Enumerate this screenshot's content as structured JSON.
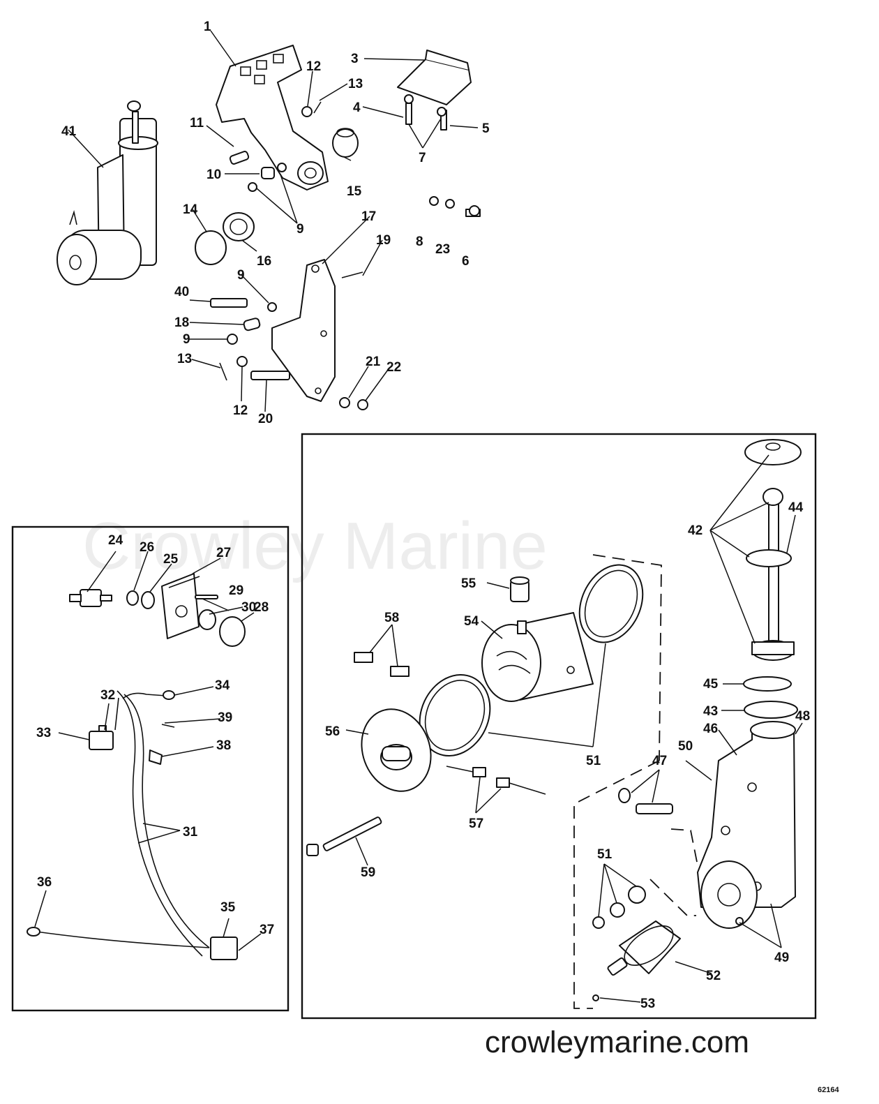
{
  "diagram": {
    "watermark": "Crowley Marine",
    "website": "crowleymarine.com",
    "drawing_code": "62164",
    "part_labels": [
      {
        "id": "p1",
        "text": "1"
      },
      {
        "id": "p3",
        "text": "3"
      },
      {
        "id": "p4",
        "text": "4"
      },
      {
        "id": "p5",
        "text": "5"
      },
      {
        "id": "p6",
        "text": "6"
      },
      {
        "id": "p7",
        "text": "7"
      },
      {
        "id": "p8",
        "text": "8"
      },
      {
        "id": "p9a",
        "text": "9"
      },
      {
        "id": "p9b",
        "text": "9"
      },
      {
        "id": "p9c",
        "text": "9"
      },
      {
        "id": "p10",
        "text": "10"
      },
      {
        "id": "p11",
        "text": "11"
      },
      {
        "id": "p12a",
        "text": "12"
      },
      {
        "id": "p12b",
        "text": "12"
      },
      {
        "id": "p13a",
        "text": "13"
      },
      {
        "id": "p13b",
        "text": "13"
      },
      {
        "id": "p14",
        "text": "14"
      },
      {
        "id": "p15",
        "text": "15"
      },
      {
        "id": "p16",
        "text": "16"
      },
      {
        "id": "p17",
        "text": "17"
      },
      {
        "id": "p18",
        "text": "18"
      },
      {
        "id": "p19",
        "text": "19"
      },
      {
        "id": "p20",
        "text": "20"
      },
      {
        "id": "p21",
        "text": "21"
      },
      {
        "id": "p22",
        "text": "22"
      },
      {
        "id": "p23",
        "text": "23"
      },
      {
        "id": "p24",
        "text": "24"
      },
      {
        "id": "p25",
        "text": "25"
      },
      {
        "id": "p26",
        "text": "26"
      },
      {
        "id": "p27",
        "text": "27"
      },
      {
        "id": "p28",
        "text": "28"
      },
      {
        "id": "p29",
        "text": "29"
      },
      {
        "id": "p30",
        "text": "30"
      },
      {
        "id": "p31",
        "text": "31"
      },
      {
        "id": "p32",
        "text": "32"
      },
      {
        "id": "p33",
        "text": "33"
      },
      {
        "id": "p34",
        "text": "34"
      },
      {
        "id": "p35",
        "text": "35"
      },
      {
        "id": "p36",
        "text": "36"
      },
      {
        "id": "p37",
        "text": "37"
      },
      {
        "id": "p38",
        "text": "38"
      },
      {
        "id": "p39",
        "text": "39"
      },
      {
        "id": "p40",
        "text": "40"
      },
      {
        "id": "p41",
        "text": "41"
      },
      {
        "id": "p42",
        "text": "42"
      },
      {
        "id": "p43",
        "text": "43"
      },
      {
        "id": "p44",
        "text": "44"
      },
      {
        "id": "p45",
        "text": "45"
      },
      {
        "id": "p46",
        "text": "46"
      },
      {
        "id": "p47",
        "text": "47"
      },
      {
        "id": "p48",
        "text": "48"
      },
      {
        "id": "p49",
        "text": "49"
      },
      {
        "id": "p50",
        "text": "50"
      },
      {
        "id": "p51a",
        "text": "51"
      },
      {
        "id": "p51b",
        "text": "51"
      },
      {
        "id": "p52",
        "text": "52"
      },
      {
        "id": "p53",
        "text": "53"
      },
      {
        "id": "p54",
        "text": "54"
      },
      {
        "id": "p55",
        "text": "55"
      },
      {
        "id": "p56",
        "text": "56"
      },
      {
        "id": "p57",
        "text": "57"
      },
      {
        "id": "p58",
        "text": "58"
      },
      {
        "id": "p59",
        "text": "59"
      }
    ]
  }
}
